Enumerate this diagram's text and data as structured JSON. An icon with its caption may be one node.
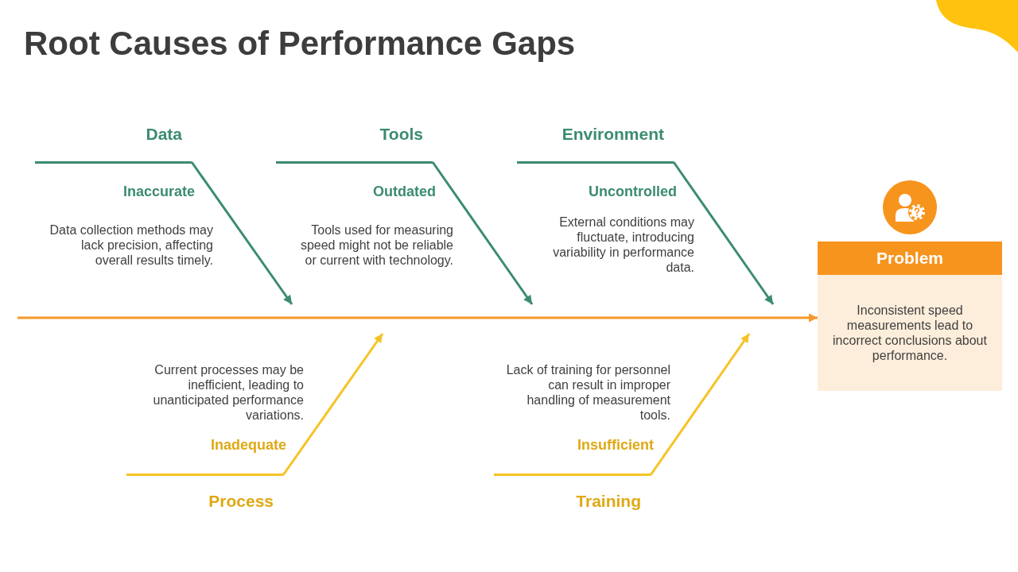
{
  "diagram": {
    "title": "Root Causes of Performance Gaps",
    "nodes": [
      {
        "text": [
          "Data"
        ],
        "beside": [
          "Inaccurate",
          "Data collection methods may lack precision, affecting overall results timely."
        ]
      },
      {
        "text": [
          "Tools"
        ],
        "beside": [
          "Outdated",
          "Tools used for measuring speed might not be reliable or current with technology."
        ]
      },
      {
        "text": [
          "Environment"
        ],
        "beside": [
          "Uncontrolled",
          "External conditions may fluctuate, introducing variability in performance data."
        ]
      },
      {
        "text": [
          "Problem",
          "Inconsistent speed measurements lead to incorrect conclusions about performance."
        ]
      },
      {
        "text": [
          "Process"
        ],
        "beside": [
          "Inadequate",
          "Current processes may be inefficient, leading to unanticipated performance variations."
        ]
      },
      {
        "text": [
          "Training"
        ],
        "beside": [
          "Insufficient",
          "Lack of training for personnel can result in improper handling of measurement tools."
        ]
      }
    ],
    "edges": [
      {
        "from": 0,
        "to": null,
        "arrow": "to"
      },
      {
        "from": 1,
        "to": null,
        "arrow": "to"
      },
      {
        "from": 2,
        "to": null,
        "arrow": "to"
      },
      {
        "from": 4,
        "to": null,
        "arrow": "to",
        "color": "#f6c324"
      },
      {
        "from": 5,
        "to": null,
        "arrow": "to",
        "color": "#f6c324"
      },
      {
        "from": null,
        "to": 3,
        "arrow": "to",
        "color": "#f5992a"
      }
    ]
  }
}
